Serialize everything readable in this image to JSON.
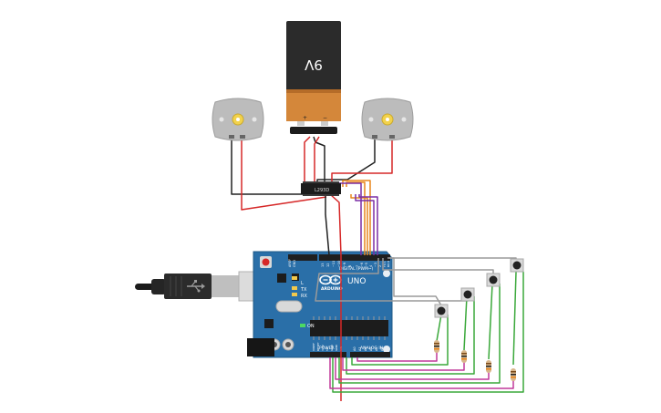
{
  "battery": {
    "voltage_label": "9V",
    "plus_label": "+",
    "minus_label": "−"
  },
  "driver": {
    "label": "L293D"
  },
  "arduino": {
    "brand": "ARDUINO",
    "model": "UNO",
    "digital_label": "DIGITAL (PWM~)",
    "analog_label": "ANALOG IN",
    "power_label": "POWER",
    "tx_label": "TX",
    "rx_label": "RX",
    "l_label": "L",
    "on_label": "ON",
    "aref_label": "AREF",
    "gnd_label": "GND",
    "pin13": "13",
    "pin12": "12",
    "pin11": "~11",
    "pin10": "~10",
    "pin9": "~9",
    "pin8": "8",
    "pin7": "7",
    "pin6": "~6",
    "pin5": "~5",
    "pin4": "4",
    "pin3": "~3",
    "pin2": "2",
    "pin1": "TX 1",
    "pin0": "RX 0",
    "a0": "A0",
    "a1": "A1",
    "a2": "A2",
    "a3": "A3",
    "a4": "A4",
    "a5": "A5",
    "ioref": "IOREF",
    "reset": "RESET",
    "v33": "3.3V",
    "v5": "5V",
    "gnd1": "GND",
    "gnd2": "GND",
    "vin": "VIN"
  },
  "colors": {
    "wire_red": "#d62828",
    "wire_black": "#222222",
    "wire_orange": "#e8861c",
    "wire_purple": "#7b2ea6",
    "wire_green": "#3aa83a",
    "wire_magenta": "#c0389a",
    "wire_gray": "#9a9a9a",
    "board_blue": "#2a6fa8"
  }
}
